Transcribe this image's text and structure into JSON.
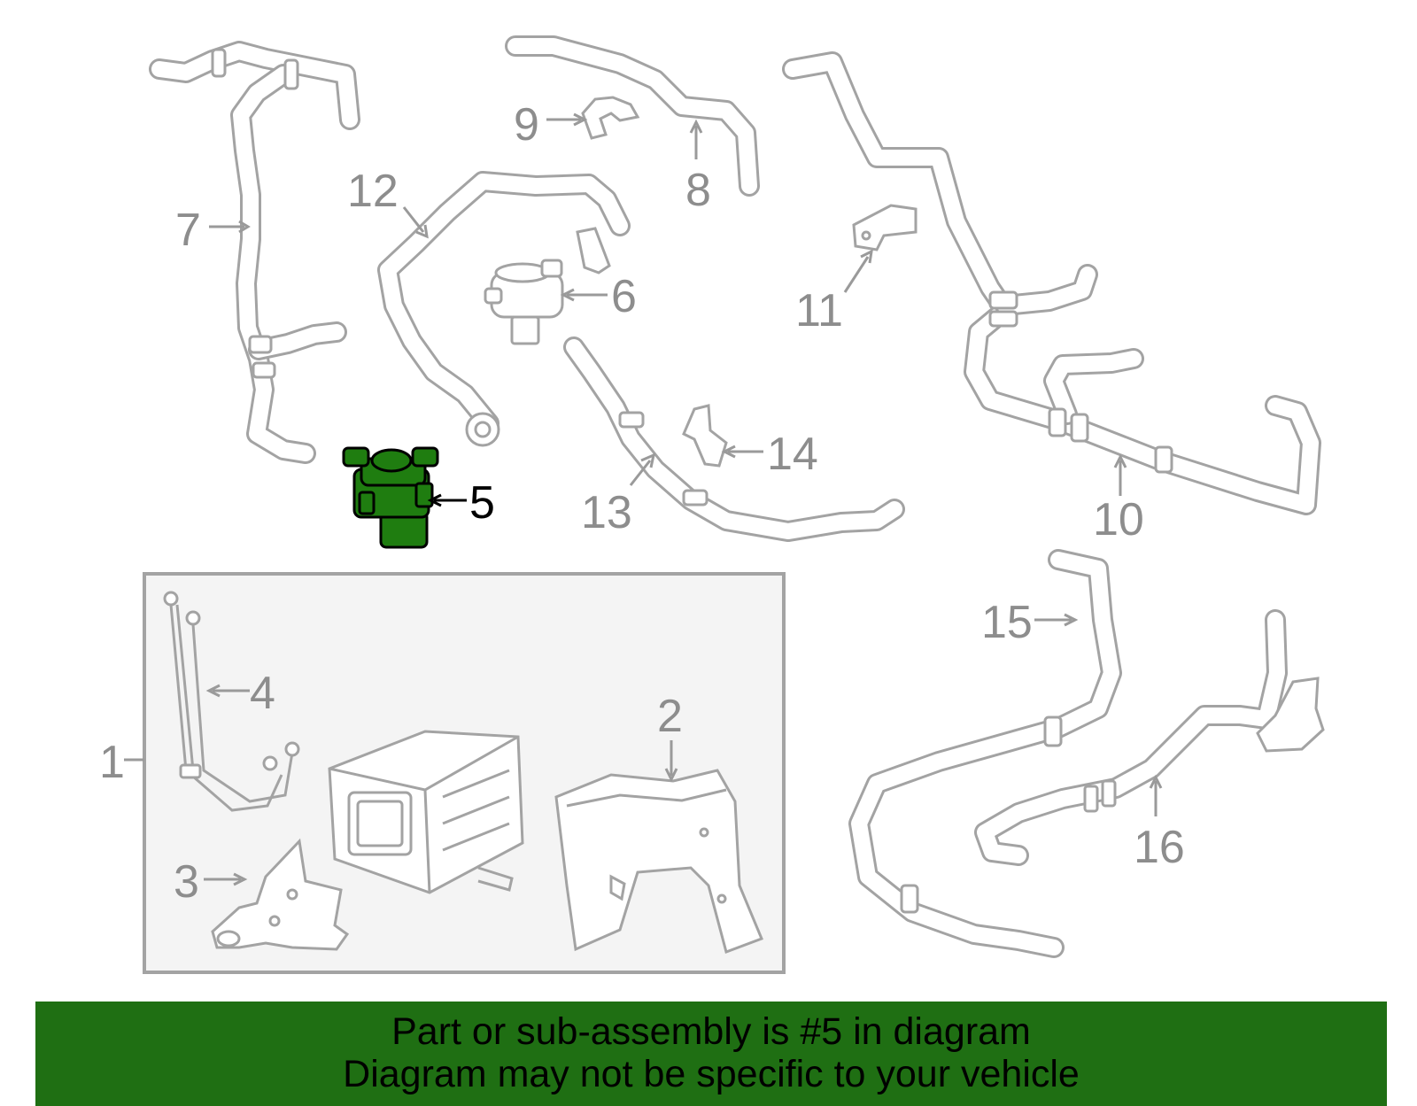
{
  "diagram": {
    "callouts": {
      "c1": "1",
      "c2": "2",
      "c3": "3",
      "c4": "4",
      "c5": "5",
      "c6": "6",
      "c7": "7",
      "c8": "8",
      "c9": "9",
      "c10": "10",
      "c11": "11",
      "c12": "12",
      "c13": "13",
      "c14": "14",
      "c15": "15",
      "c16": "16"
    },
    "highlighted_part": "5",
    "colors": {
      "linework": "#a3a3a3",
      "highlight": "#1f7d10",
      "subassembly_box": "#f4f4f4",
      "banner": "#1f6f13"
    }
  },
  "banner": {
    "line1": "Part or sub-assembly is #5 in diagram",
    "line2": "Diagram may not be specific to your vehicle"
  }
}
